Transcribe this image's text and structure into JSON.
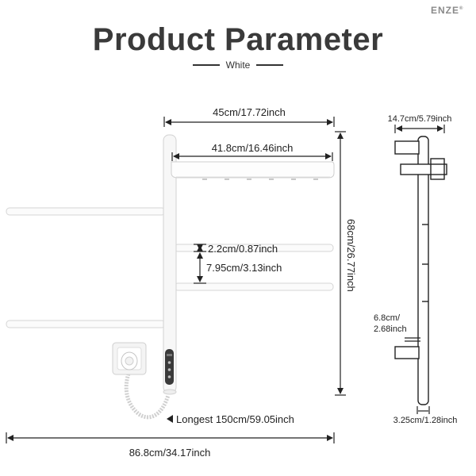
{
  "brand": {
    "name": "ENZE",
    "mark": "®"
  },
  "header": {
    "title": "Product Parameter",
    "subtitle": "White"
  },
  "dimensions": {
    "total_height": "68cm/26.77inch",
    "width_top": "45cm/17.72inch",
    "shelf_width": "41.8cm/16.46inch",
    "bar_gap": "2.2cm/0.87inch",
    "bar_spacing": "7.95cm/3.13inch",
    "cord_length": "Longest 150cm/59.05inch",
    "total_span": "86.8cm/34.17inch",
    "side_depth": "14.7cm/5.79inch",
    "side_spacing": "6.8cm/2.68inch",
    "post_diameter": "3.25cm/1.28inch"
  },
  "panel": {
    "logo_text": "ENZE"
  }
}
